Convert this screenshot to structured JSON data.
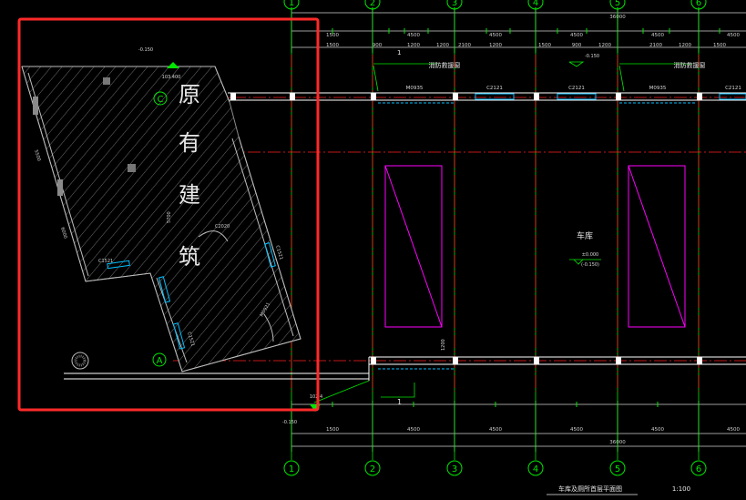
{
  "drawing": {
    "title": "车库及厕所首层平面图",
    "scale": "1:100",
    "existing_building_chars": [
      "原",
      "有",
      "建",
      "筑"
    ],
    "room_label": "车库",
    "room_level_main": "±0.000",
    "room_level_sub": "(-0.150)",
    "top_sill_label": "消防救援窗",
    "top_level_mid": "-0.150",
    "top_left_level": "-0.150",
    "top_left_level2": "103.400",
    "bottom_level_a": "102.4",
    "bottom_level_b": "-0.150",
    "section_mark": "1",
    "top_section_mark": "1",
    "window_labels": [
      "M0935",
      "C2121",
      "C2121",
      "M0935",
      "C2121"
    ],
    "dim_small": "1200",
    "dim_top_small": [
      "1500",
      "900",
      "1200",
      "1200",
      "2100",
      "1200",
      "1500",
      "900",
      "1200",
      "2100",
      "1200",
      "1500"
    ],
    "existing_dims": [
      "5500",
      "6000",
      "5700",
      "C1521",
      "C1521",
      "C2020",
      "M0921",
      "C1521"
    ]
  },
  "grid": {
    "columns": [
      "1",
      "2",
      "3",
      "4",
      "5",
      "6"
    ],
    "rows": [
      "C",
      "A"
    ],
    "bay_dims": [
      "1500",
      "4500",
      "4500",
      "4500",
      "4500",
      "4500"
    ],
    "overall_dim": "36000"
  },
  "colors": {
    "background": "#000000",
    "grid_axis": "#00e600",
    "axis_line": "#ff2020",
    "wall": "#ffffff",
    "window": "#00bfff",
    "opening": "#ff00ff",
    "highlight": "#ff2a2a",
    "dimension": "#cfcfcf",
    "hatch": "#888888"
  }
}
